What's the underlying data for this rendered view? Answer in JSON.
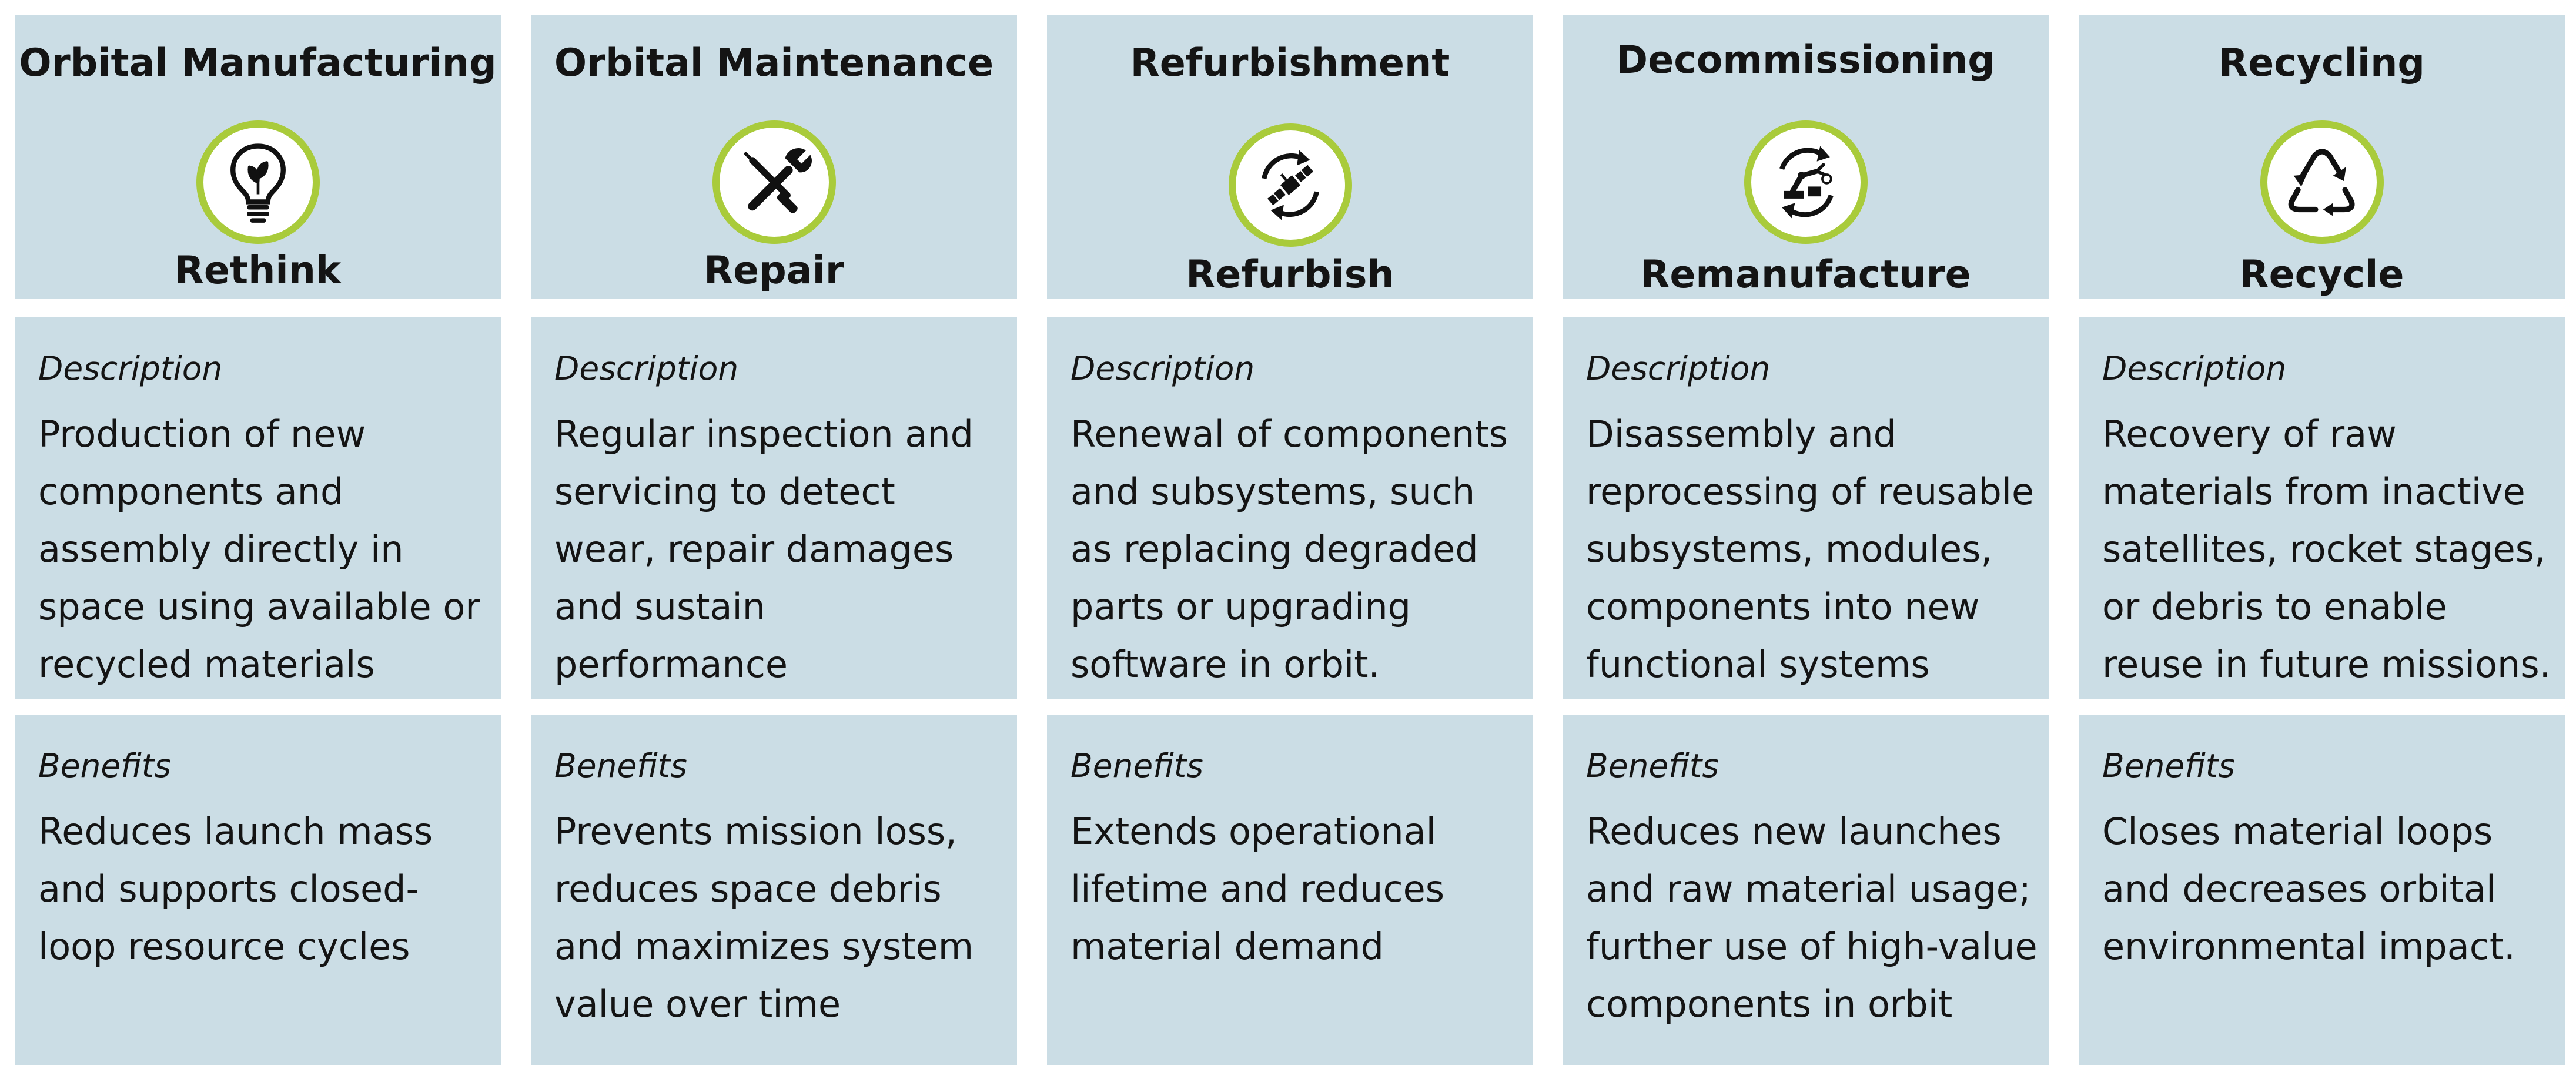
{
  "columns": [
    {
      "title": "Orbital Manufacturing",
      "icon": "lightbulb-leaf-icon",
      "subtitle": "Rethink",
      "description_label": "Description",
      "description": "Production of new components and assembly directly in space using available or recycled materials",
      "benefits_label": "Benefits",
      "benefits": "Reduces launch mass and supports closed-loop resource cycles"
    },
    {
      "title": "Orbital Maintenance",
      "icon": "wrench-screwdriver-icon",
      "subtitle": "Repair",
      "description_label": "Description",
      "description": "Regular inspection and servicing to detect wear, repair damages and sustain performance",
      "benefits_label": "Benefits",
      "benefits": "Prevents mission loss, reduces space debris and maximizes system value over time"
    },
    {
      "title": "Refurbishment",
      "icon": "satellite-cycle-icon",
      "subtitle": "Refurbish",
      "description_label": "Description",
      "description": "Renewal of components and subsystems, such as replacing degraded parts or upgrading software in orbit.",
      "benefits_label": "Benefits",
      "benefits": "Extends operational lifetime and reduces material demand"
    },
    {
      "title": "Decommissioning",
      "icon": "robot-arm-cycle-icon",
      "subtitle": "Remanufacture",
      "description_label": "Description",
      "description": "Disassembly and reprocessing of reusable subsystems, modules, components into new functional systems",
      "benefits_label": "Benefits",
      "benefits": "Reduces new launches and raw material usage; further use of high-value components in orbit"
    },
    {
      "title": "Recycling",
      "icon": "recycle-icon",
      "subtitle": "Recycle",
      "description_label": "Description",
      "description": "Recovery of raw materials from inactive satellites, rocket stages, or debris to enable reuse in future missions.",
      "benefits_label": "Benefits",
      "benefits": "Closes material loops and decreases orbital environmental impact."
    }
  ],
  "colors": {
    "panel": "#cbdde5",
    "icon_ring": "#a9cb3b",
    "text": "#141414"
  }
}
